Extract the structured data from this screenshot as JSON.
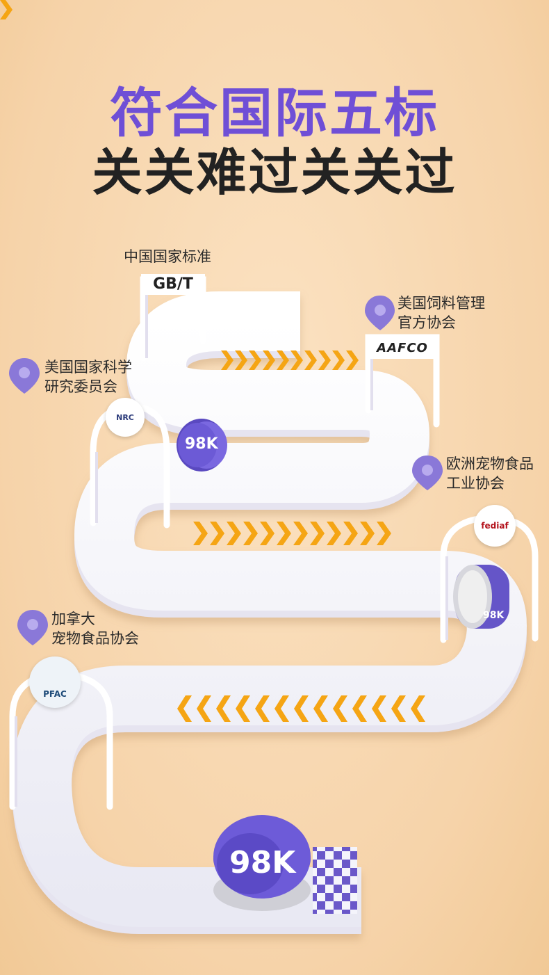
{
  "header": {
    "title": "符合国际五标",
    "subtitle": "关关难过关关过"
  },
  "standards": [
    {
      "label_line1": "中国国家标准",
      "label_line2": "",
      "arch_text": "GB/T"
    },
    {
      "label_line1": "美国饲料管理",
      "label_line2": "官方协会",
      "arch_text": "AAFCO"
    },
    {
      "label_line1": "美国国家科学",
      "label_line2": "研究委员会",
      "arch_text": "NRC"
    },
    {
      "label_line1": "欧洲宠物食品",
      "label_line2": "工业协会",
      "arch_text": "fediaf"
    },
    {
      "label_line1": "加拿大",
      "label_line2": "宠物食品协会",
      "arch_text": "PFAC"
    }
  ],
  "product": {
    "can_text": "98K"
  },
  "colors": {
    "accent": "#6f4fd6",
    "pin": "#8a78d8",
    "arrows": "#f5a514",
    "road": "#f4f4fb"
  }
}
